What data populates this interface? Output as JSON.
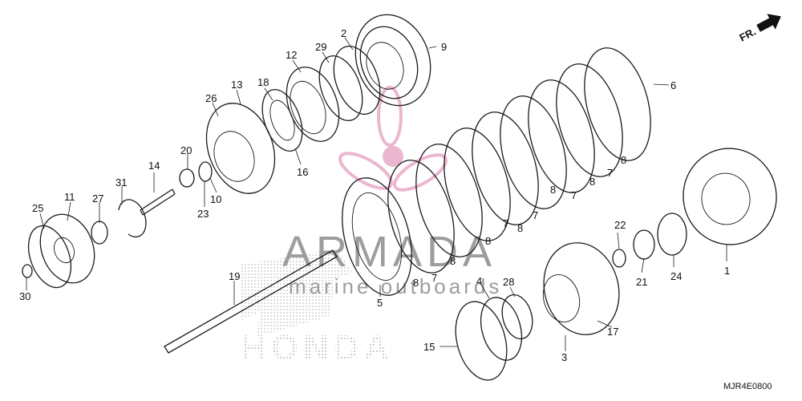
{
  "diagram": {
    "code": "MJR4E0800",
    "direction_label": "FR.",
    "callouts": [
      "1",
      "2",
      "3",
      "4",
      "5",
      "6",
      "7",
      "8",
      "9",
      "10",
      "11",
      "12",
      "13",
      "14",
      "15",
      "16",
      "17",
      "18",
      "19",
      "20",
      "21",
      "22",
      "23",
      "24",
      "25",
      "26",
      "27",
      "28",
      "29",
      "30",
      "31"
    ]
  },
  "watermark": {
    "brand": "ARMADA",
    "tagline": "marine outboards",
    "maker": "HONDA"
  },
  "colors": {
    "line": "#1a1a1a",
    "watermark_pink": "#e8a9c8",
    "watermark_gray": "#8c8c8c",
    "dots": "#9a9a9a"
  }
}
